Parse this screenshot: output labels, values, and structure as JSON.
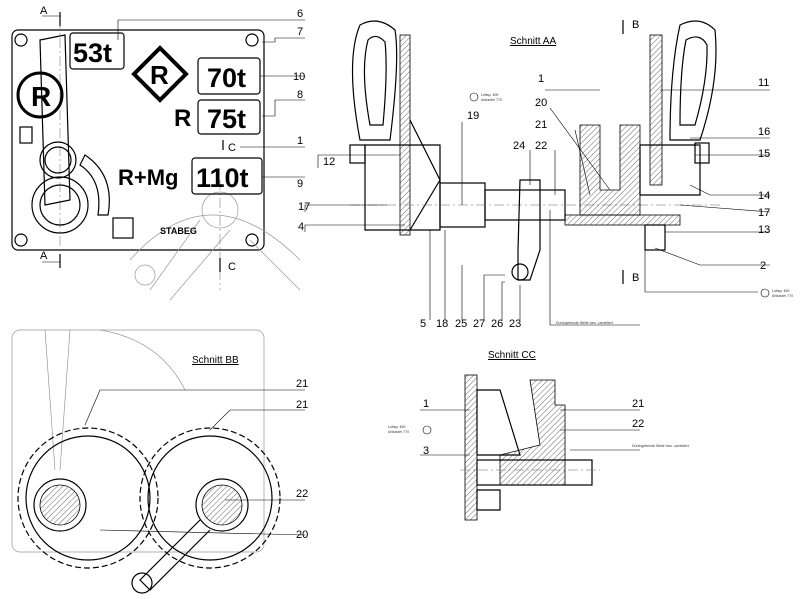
{
  "view_markers": {
    "a_top": "A",
    "a_bottom": "A",
    "b_top": "B",
    "b_bottom": "B",
    "c_top": "C",
    "c_bottom": "C"
  },
  "front_view": {
    "plate_53": "53t",
    "plate_70": "70t",
    "plate_75": "75t",
    "plate_110": "110t",
    "label_r": "R",
    "label_rmg": "R+Mg",
    "diamond_r": "R",
    "circle_r": "R",
    "maker": "STABEG"
  },
  "section_titles": {
    "aa": "Schnitt AA",
    "bb": "Schnitt BB",
    "cc": "Schnitt CC"
  },
  "notes": {
    "weld_1_line1": "Luftsp. 40K",
    "weld_1_line2": "Anbauter 770",
    "weld_2_line1": "Luftsp. 40K",
    "weld_2_line2": "Anbauter 770",
    "weld_3_line1": "Luftsp. 40K",
    "weld_3_line2": "Anbauter 770",
    "shaft_note_aa": "Durchgehende Welle bzw. Lamelliert",
    "shaft_note_cc": "Durchgehende Welle bzw. Lamelliert"
  },
  "callouts_front": [
    "6",
    "7",
    "10",
    "8",
    "1",
    "9"
  ],
  "callouts_aa_left": [
    "12",
    "17",
    "4"
  ],
  "callouts_aa_bottom": [
    "5",
    "18",
    "25",
    "27",
    "26",
    "23"
  ],
  "callouts_aa_inner": [
    "19",
    "24",
    "22",
    "21",
    "20",
    "1"
  ],
  "callouts_aa_right": [
    "11",
    "16",
    "15",
    "14",
    "17",
    "13",
    "2"
  ],
  "callouts_bb": [
    "21",
    "21",
    "22",
    "20"
  ],
  "callouts_cc": [
    "1",
    "3",
    "21",
    "22"
  ]
}
